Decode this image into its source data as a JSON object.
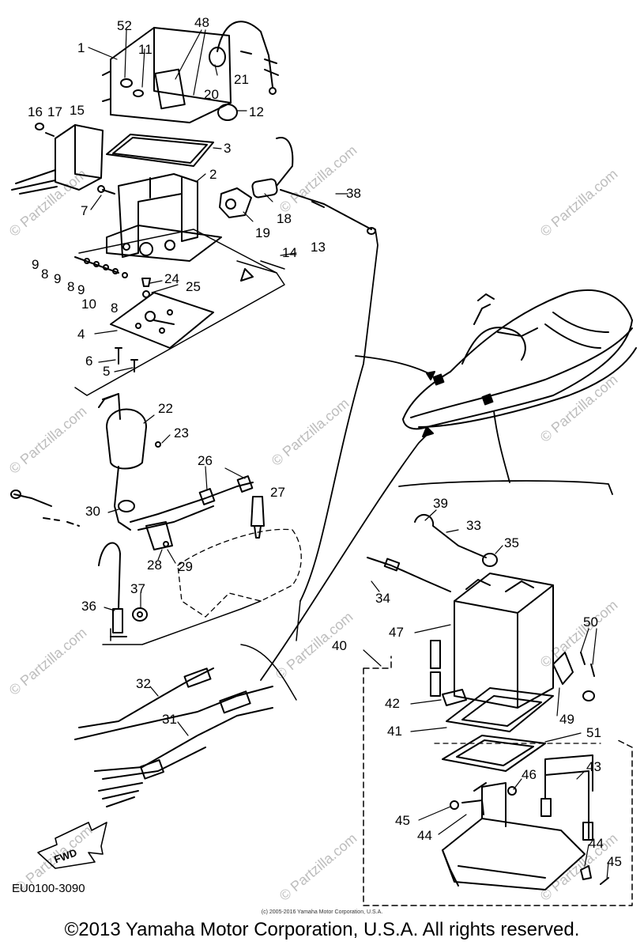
{
  "diagram_code": "EU0100-3090",
  "fwd_label": "FWD",
  "small_copyright": "(c) 2005-2016 Yamaha Motor Corporation, U.S.A.",
  "copyright": "©2013 Yamaha Motor Corporation, U.S.A. All rights reserved.",
  "watermark": "© Partzilla.com",
  "callouts": {
    "c1": "1",
    "c52": "52",
    "c11": "11",
    "c48": "48",
    "c20": "20",
    "c21": "21",
    "c12": "12",
    "c16": "16",
    "c17": "17",
    "c15": "15",
    "c3": "3",
    "c2": "2",
    "c7": "7",
    "c18": "18",
    "c19": "19",
    "c38": "38",
    "c14": "14",
    "c13": "13",
    "c9a": "9",
    "c8a": "8",
    "c9b": "9",
    "c8b": "8",
    "c9c": "9",
    "c10": "10",
    "c8c": "8",
    "c24": "24",
    "c25": "25",
    "c4": "4",
    "c6": "6",
    "c5": "5",
    "c22": "22",
    "c23": "23",
    "c26": "26",
    "c27": "27",
    "c30": "30",
    "c28": "28",
    "c29": "29",
    "c36": "36",
    "c37": "37",
    "c32": "32",
    "c31": "31",
    "c39": "39",
    "c33": "33",
    "c35": "35",
    "c34": "34",
    "c47": "47",
    "c50": "50",
    "c40": "40",
    "c42": "42",
    "c41": "41",
    "c49": "49",
    "c51": "51",
    "c43": "43",
    "c46": "46",
    "c45a": "45",
    "c44a": "44",
    "c44b": "44",
    "c45b": "45"
  }
}
